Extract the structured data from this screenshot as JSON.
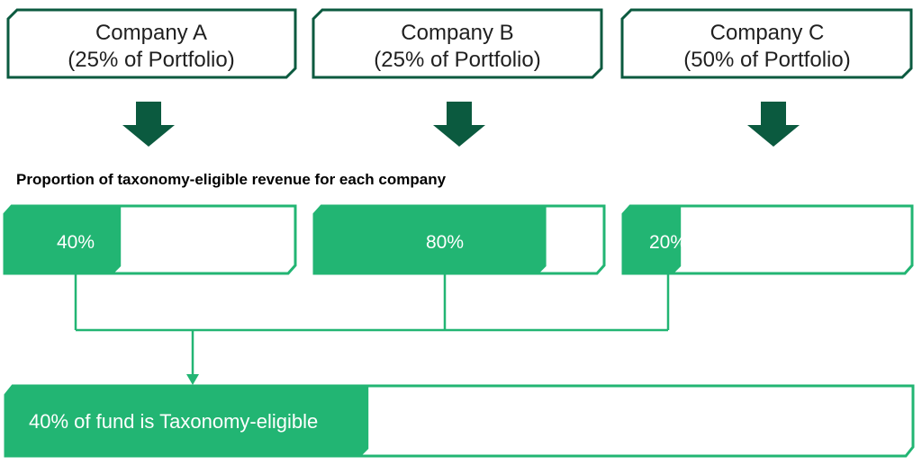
{
  "colors": {
    "dark_green": "#0b5a3f",
    "bright_green": "#22b573",
    "white": "#ffffff",
    "text_dark": "#1f1f1f",
    "text_white": "#ffffff"
  },
  "companies": [
    {
      "name": "Company A",
      "share": "(25% of Portfolio)",
      "eligible_label": "40%",
      "eligible_fraction": 0.4
    },
    {
      "name": "Company B",
      "share": "(25% of Portfolio)",
      "eligible_label": "80%",
      "eligible_fraction": 0.8
    },
    {
      "name": "Company C",
      "share": "(50% of Portfolio)",
      "eligible_label": "20%",
      "eligible_fraction": 0.2
    }
  ],
  "section_heading": "Proportion of taxonomy-eligible revenue for each company",
  "result": {
    "label": "40% of fund is Taxonomy-eligible",
    "eligible_fraction": 0.4
  }
}
